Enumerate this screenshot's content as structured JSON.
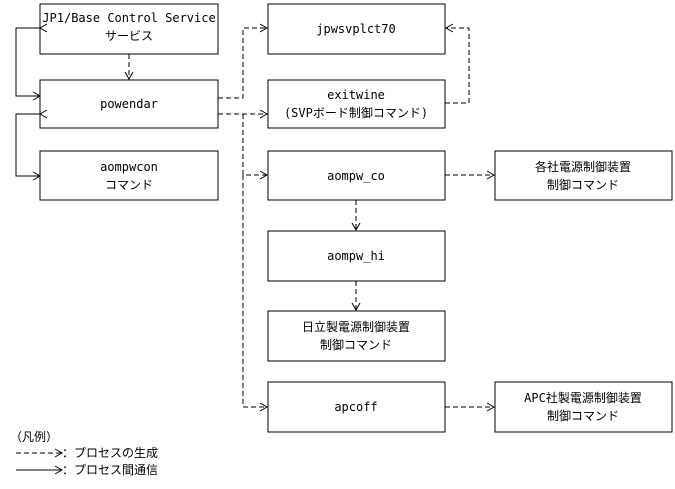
{
  "nodes": {
    "jp1": {
      "lines": [
        "JP1/Base Control Service",
        "サービス"
      ]
    },
    "jpwsvplct70": {
      "lines": [
        "jpwsvplct70"
      ]
    },
    "powendar": {
      "lines": [
        "powendar"
      ]
    },
    "exitwine": {
      "lines": [
        "exitwine",
        "(SVPボード制御コマンド)"
      ]
    },
    "aompwcon": {
      "lines": [
        "aompwcon",
        "コマンド"
      ]
    },
    "aompw_co": {
      "lines": [
        "aompw_co"
      ]
    },
    "kakusha": {
      "lines": [
        "各社電源制御装置",
        "制御コマンド"
      ]
    },
    "aompw_hi": {
      "lines": [
        "aompw_hi"
      ]
    },
    "hitachi": {
      "lines": [
        "日立製電源制御装置",
        "制御コマンド"
      ]
    },
    "apcoff": {
      "lines": [
        "apcoff"
      ]
    },
    "apc": {
      "lines": [
        "APC社製電源制御装置",
        "制御コマンド"
      ]
    }
  },
  "legend": {
    "title": "（凡例）",
    "spawn_label": "：プロセスの生成",
    "comm_label": "：プロセス間通信"
  },
  "colors": {
    "stroke": "#000000",
    "background": "#ffffff"
  }
}
